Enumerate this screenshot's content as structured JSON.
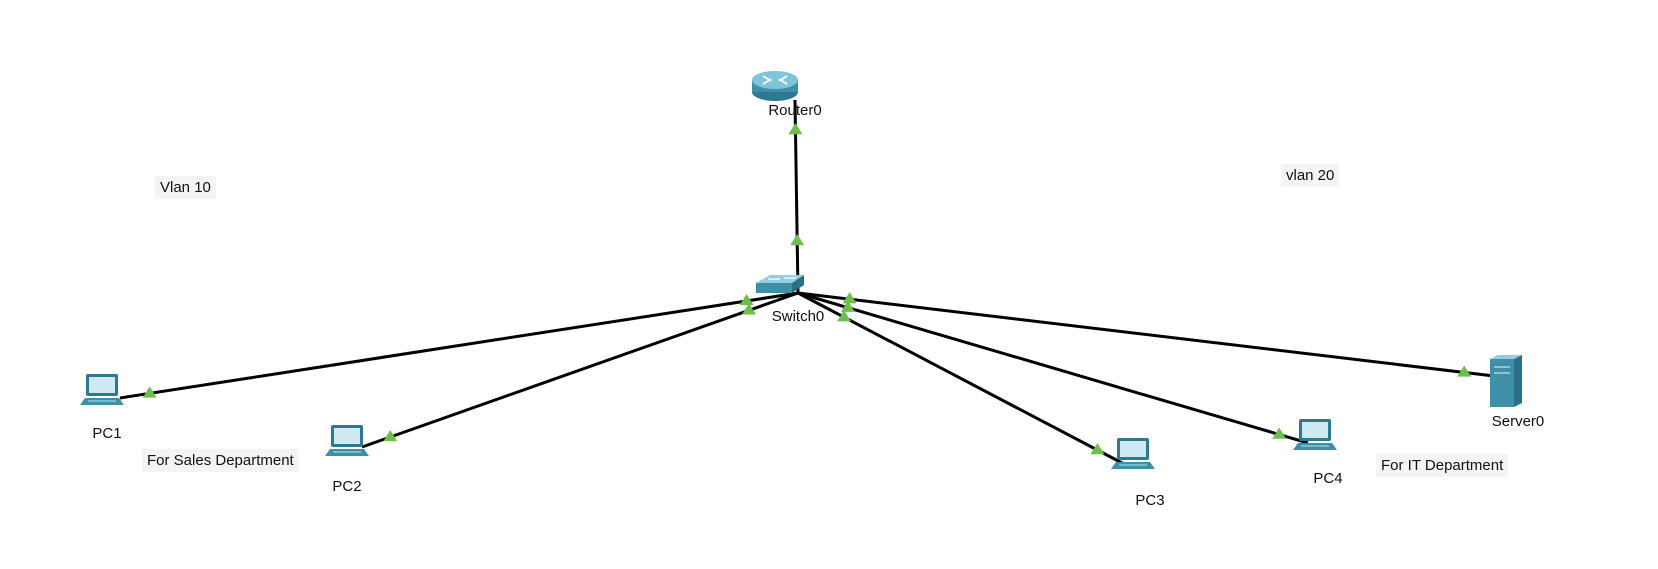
{
  "devices": [
    {
      "id": "router0",
      "label": "Router0",
      "kind": "router"
    },
    {
      "id": "switch0",
      "label": "Switch0",
      "kind": "switch"
    },
    {
      "id": "pc1",
      "label": "PC1",
      "kind": "pc"
    },
    {
      "id": "pc2",
      "label": "PC2",
      "kind": "pc"
    },
    {
      "id": "pc3",
      "label": "PC3",
      "kind": "pc"
    },
    {
      "id": "pc4",
      "label": "PC4",
      "kind": "pc"
    },
    {
      "id": "server0",
      "label": "Server0",
      "kind": "server"
    }
  ],
  "links": [
    {
      "from": "switch0",
      "to": "router0",
      "status": "up"
    },
    {
      "from": "switch0",
      "to": "pc1",
      "status": "up"
    },
    {
      "from": "switch0",
      "to": "pc2",
      "status": "up"
    },
    {
      "from": "switch0",
      "to": "pc3",
      "status": "up"
    },
    {
      "from": "switch0",
      "to": "pc4",
      "status": "up"
    },
    {
      "from": "switch0",
      "to": "server0",
      "status": "up"
    }
  ],
  "notes": {
    "vlan10": "Vlan 10",
    "vlan20": "vlan 20",
    "sales": "For Sales Department",
    "it": "For IT Department"
  },
  "colors": {
    "link": "#000000",
    "link_up_indicator": "#6dbf4b",
    "device_body": "#3f8fa9",
    "note_bg": "#f4f4f7"
  }
}
